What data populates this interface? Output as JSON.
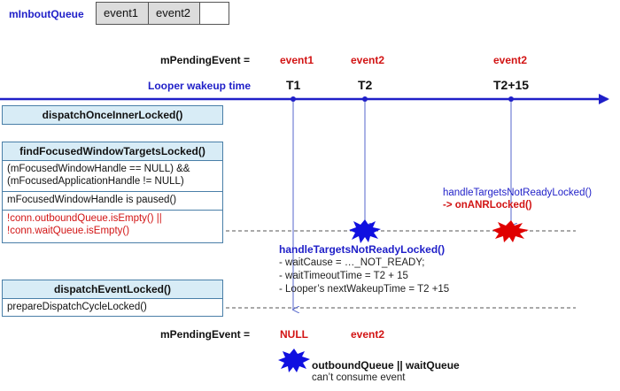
{
  "queue": {
    "label": "mInboutQueue",
    "items": [
      "event1",
      "event2"
    ]
  },
  "timeline": {
    "pending_label_top": "mPendingEvent =",
    "pending_events_top": [
      "event1",
      "event2",
      "event2"
    ],
    "wakeup_label": "Looper wakeup time",
    "times": [
      "T1",
      "T2",
      "T2+15"
    ]
  },
  "boxes": {
    "dispatch_once": {
      "title": "dispatchOnceInnerLocked()"
    },
    "find_focused": {
      "title": "findFocusedWindowTargetsLocked()",
      "rows": [
        "(mFocusedWindowHandle == NULL) &&\n(mFocusedApplicationHandle != NULL)",
        "mFocusedWindowHandle  is paused()",
        "!conn.outboundQueue.isEmpty()  ||\n!conn.waitQueue.isEmpty()"
      ]
    },
    "dispatch_event": {
      "title": "dispatchEventLocked()",
      "rows": [
        "prepareDispatchCycleLocked()"
      ]
    }
  },
  "anr_note": {
    "line1": "handleTargetsNotReadyLocked()",
    "line2": "-> onANRLocked()"
  },
  "not_ready_note": {
    "title": "handleTargetsNotReadyLocked()",
    "lines": [
      "- waitCause = …_NOT_READY;",
      "- waitTimeoutTime  = T2 + 15",
      "- Looper’s nextWakeupTime  = T2 +15"
    ]
  },
  "bottom": {
    "pending_label": "mPendingEvent =",
    "pending_values": [
      "NULL",
      "event2"
    ]
  },
  "legend": {
    "title": "outboundQueue || waitQueue",
    "subtitle": "can’t consume event"
  },
  "colors": {
    "axis": "#1f1fc8",
    "marker_blue": "#1010e0",
    "marker_red": "#e00000",
    "box_header": "#d8ecf6"
  }
}
